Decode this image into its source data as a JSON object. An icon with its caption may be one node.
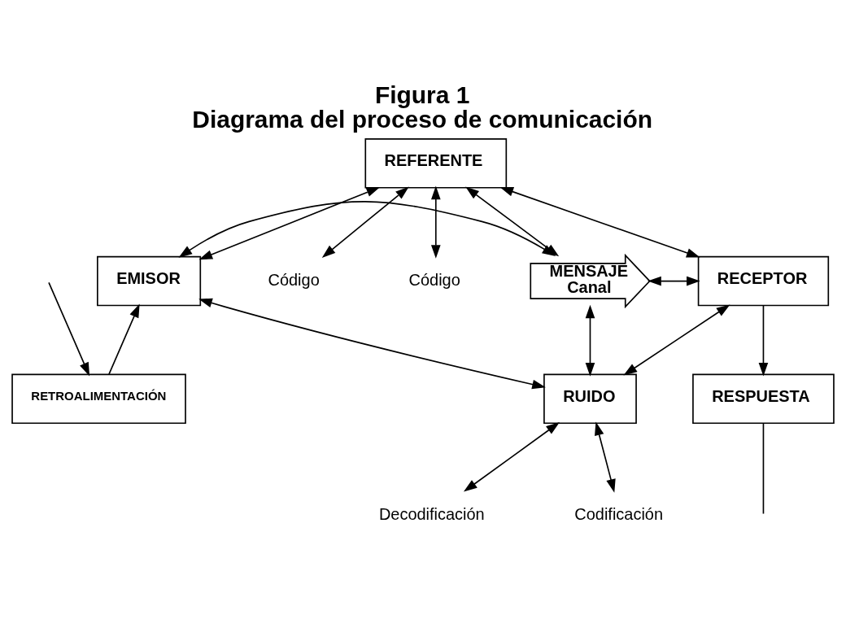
{
  "diagram": {
    "title": "Figura 1",
    "caption": "Diagrama del proceso de comunicación",
    "nodes": [
      {
        "text": [
          "REFERENTE"
        ]
      },
      {
        "text": [
          "EMISOR"
        ]
      },
      {
        "text": [
          "Código"
        ]
      },
      {
        "text": [
          "MENSAJE",
          "Canal"
        ]
      },
      {
        "text": [
          "Código"
        ]
      },
      {
        "text": [
          "RECEPTOR"
        ]
      },
      {
        "text": [
          "Codificación"
        ]
      },
      {
        "text": [
          "Decodificación"
        ]
      },
      {
        "text": [
          "RETROALIMENTACIÓN"
        ]
      },
      {
        "text": [
          "RUIDO"
        ]
      },
      {
        "text": [
          "RESPUESTA"
        ]
      }
    ],
    "edges": [
      {
        "from": 0,
        "to": 1,
        "arrow": "both"
      },
      {
        "from": 0,
        "to": 2,
        "arrow": "both"
      },
      {
        "from": 0,
        "to": 3,
        "arrow": "both"
      },
      {
        "from": 0,
        "to": 4,
        "arrow": "both"
      },
      {
        "from": 0,
        "to": 5,
        "arrow": "both"
      },
      {
        "from": 1,
        "to": 3,
        "arrow": "both"
      },
      {
        "from": 3,
        "to": 5,
        "arrow": "both"
      },
      {
        "from": 9,
        "to": 1,
        "arrow": "both"
      },
      {
        "from": 9,
        "to": 6,
        "arrow": "both"
      },
      {
        "from": 9,
        "to": 3,
        "arrow": "both"
      },
      {
        "from": 9,
        "to": 7,
        "arrow": "both"
      },
      {
        "from": 9,
        "to": 5,
        "arrow": "both"
      },
      {
        "from": 8,
        "to": 1,
        "arrow": "to"
      },
      {
        "from": null,
        "to": 8,
        "arrow": "to"
      },
      {
        "from": 5,
        "to": 10,
        "arrow": "to"
      },
      {
        "from": 10,
        "to": null,
        "arrow": "none"
      }
    ]
  }
}
